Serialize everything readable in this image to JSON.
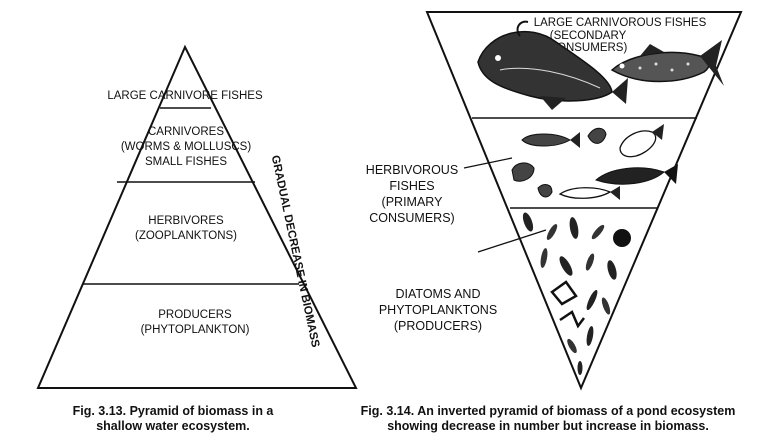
{
  "fig1": {
    "levels": [
      {
        "lines": [
          "LARGE CARNIVORE FISHES"
        ]
      },
      {
        "lines": [
          "CARNIVORES",
          "(WORMS & MOLLUSCS)",
          "SMALL FISHES"
        ]
      },
      {
        "lines": [
          "HERBIVORES",
          "(ZOOPLANKTONS)"
        ]
      },
      {
        "lines": [
          "PRODUCERS",
          "(PHYTOPLANKTON)"
        ]
      }
    ],
    "side_label": "GRADUAL DECREASE IN BIOMASS",
    "caption_num": "Fig. 3.13.",
    "caption_line1": "Pyramid of biomass in a",
    "caption_line2": "shallow water ecosystem."
  },
  "fig2": {
    "top_label": [
      "LARGE CARNIVOROUS FISHES",
      "(SECONDARY",
      "CONSUMERS)"
    ],
    "mid_label": [
      "HERBIVOROUS",
      "FISHES",
      "(PRIMARY",
      "CONSUMERS)"
    ],
    "bottom_label": [
      "DIATOMS AND",
      "PHYTOPLANKTONS",
      "(PRODUCERS)"
    ],
    "caption_num": "Fig. 3.14.",
    "caption_line1": "An inverted pyramid of biomass of a pond ecosystem",
    "caption_line2": "showing decrease in number but increase in biomass."
  }
}
